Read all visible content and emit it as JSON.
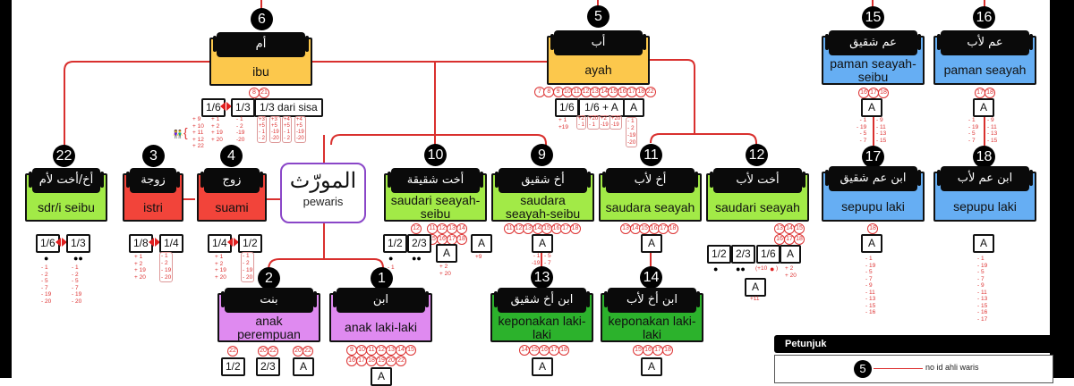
{
  "colors": {
    "connector": "#d9302e",
    "parents": "#fcc84c",
    "siblings": "#a2ea47",
    "nephews": "#2cb22c",
    "spouses": "#f2443a",
    "uncles_cousins": "#66aef3",
    "children": "#df8af0",
    "pewaris_border": "#8a46c8"
  },
  "pewaris": {
    "arabic": "المورّث",
    "label": "pewaris"
  },
  "nodes": {
    "ibu": {
      "id": "6",
      "arabic": "أم",
      "label": "ibu",
      "blockers": [
        "8",
        "21"
      ],
      "shares": [
        "1/6",
        "1/3",
        "1/3 dari sisa"
      ],
      "notes_plus_group": "+ 9\n+ 10\n+ 11\n+ 12\n+ 22",
      "notes_plus": "+ 1\n+ 2\n+ 19\n+ 20",
      "notes_minus": "- 1\n- 2\n-19\n-20",
      "sisa_brackets": [
        "+3\n+5\n- 1\n- 2",
        "+3\n+5\n-19\n-20",
        "+4\n+5\n- 1\n- 2",
        "+4\n+5\n-19\n-20"
      ]
    },
    "ayah": {
      "id": "5",
      "arabic": "أب",
      "label": "ayah",
      "blockers": [
        "7",
        "8",
        "9",
        "10",
        "11",
        "12",
        "13",
        "14",
        "15",
        "16",
        "17",
        "18",
        "22"
      ],
      "shares": [
        "1/6",
        "1/6 + A",
        "A"
      ],
      "notes_1": "+ 1\n+19",
      "notes_2": [
        "+2\n- 1",
        "+20\n- 1",
        "+2\n-19",
        "+20\n-19"
      ],
      "notes_3": "- 1\n- 2\n-19\n-20"
    },
    "paman_sk": {
      "id": "15",
      "arabic": "عم شقيق",
      "label": "paman seayah-seibu",
      "blockers": [
        "16",
        "17",
        "18"
      ],
      "shares": [
        "A"
      ],
      "notes_l": "- 1\n- 19\n- 5\n- 7",
      "notes_r": "- 9\n- 11\n- 13\n- 15"
    },
    "paman_s": {
      "id": "16",
      "arabic": "عم لأب",
      "label": "paman seayah",
      "blockers": [
        "17",
        "18"
      ],
      "shares": [
        "A"
      ],
      "notes_l": "- 1\n- 19\n- 5\n- 7",
      "notes_r": "- 9\n- 11\n- 13\n- 15"
    },
    "sdr_seibu": {
      "id": "22",
      "arabic": "أخ/أخت لأم",
      "label": "sdr/i seibu",
      "shares": [
        "1/6",
        "1/3"
      ],
      "notes_1": "- 1\n- 2\n- 5\n- 7\n- 19\n- 20",
      "notes_2": "- 1\n- 2\n- 5\n- 7\n- 19\n- 20"
    },
    "istri": {
      "id": "3",
      "arabic": "زوجة",
      "label": "istri",
      "shares": [
        "1/8",
        "1/4"
      ],
      "notes_1": "+ 1\n+ 2\n+ 19\n+ 20",
      "notes_2": "- 1\n- 2\n- 19\n- 20"
    },
    "suami": {
      "id": "4",
      "arabic": "زوج",
      "label": "suami",
      "shares": [
        "1/4",
        "1/2"
      ],
      "notes_1": "+ 1\n+ 2\n+ 19\n+ 20",
      "notes_2": "- 1\n- 2\n- 19\n- 20"
    },
    "saudari_sk": {
      "id": "10",
      "arabic": "أخت شقيقة",
      "label": "saudari seayah-seibu",
      "blockers_1": [
        "12"
      ],
      "blockers_2": [
        "11",
        "12",
        "13",
        "14",
        "15",
        "16",
        "17",
        "18"
      ],
      "shares": [
        "1/2",
        "2/3",
        "A",
        "A"
      ],
      "notes_a": "+ 2\n+ 20",
      "notes_b": "+9",
      "notes_c": "- 1"
    },
    "saudara_sk": {
      "id": "9",
      "arabic": "أخ شقيق",
      "label": "saudara seayah-seibu",
      "blockers": [
        "11",
        "12",
        "13",
        "14",
        "15",
        "16",
        "17",
        "18"
      ],
      "shares": [
        "A"
      ],
      "notes_l": "- 1\n-19",
      "notes_r": "- 5\n- 7"
    },
    "saudara_s": {
      "id": "11",
      "arabic": "أخ لأب",
      "label": "saudara seayah",
      "blockers": [
        "13",
        "14",
        "15",
        "16",
        "17",
        "18"
      ],
      "shares": [
        "A"
      ]
    },
    "saudari_s": {
      "id": "12",
      "arabic": "أخت لأب",
      "label": "saudari seayah",
      "blockers": [
        "13",
        "14",
        "15",
        "16",
        "17",
        "18"
      ],
      "shares": [
        "1/2",
        "2/3",
        "1/6",
        "A",
        "A"
      ],
      "notes_16": "(+10",
      "notes_16b": ")",
      "notes_a": "+ 2\n+ 20",
      "notes_b": "+11"
    },
    "sepupu_sk": {
      "id": "17",
      "arabic": "ابن عم شقيق",
      "label": "sepupu laki",
      "blockers": [
        "18"
      ],
      "shares": [
        "A"
      ],
      "notes": "- 1\n- 19\n- 5\n- 7\n- 9\n- 11\n- 13\n- 15\n- 16"
    },
    "sepupu_s": {
      "id": "18",
      "arabic": "ابن عم لأب",
      "label": "sepupu laki",
      "shares": [
        "A"
      ],
      "notes": "- 1\n- 19\n- 5\n- 7\n- 9\n- 11\n- 13\n- 15\n- 16\n- 17"
    },
    "bint": {
      "id": "2",
      "arabic": "بنت",
      "label": "anak perempuan",
      "blockers_1": [
        "22"
      ],
      "blockers_2": [
        "20",
        "22"
      ],
      "blockers_3": [
        "20",
        "22"
      ],
      "shares": [
        "1/2",
        "2/3",
        "A"
      ]
    },
    "ibn": {
      "id": "1",
      "arabic": "ابن",
      "label": "anak laki-laki",
      "blockers": [
        "9",
        "10",
        "11",
        "12",
        "13",
        "14",
        "15",
        "16",
        "17",
        "18",
        "19",
        "20",
        "22"
      ],
      "shares": [
        "A"
      ]
    },
    "keponakan_sk": {
      "id": "13",
      "arabic": "ابن أخ شقيق",
      "label": "keponakan laki-laki",
      "blockers": [
        "14",
        "15",
        "16",
        "17",
        "18"
      ],
      "shares": [
        "A"
      ]
    },
    "keponakan_s": {
      "id": "14",
      "arabic": "ابن أخ لأب",
      "label": "keponakan laki-laki",
      "blockers": [
        "15",
        "16",
        "17",
        "18"
      ],
      "shares": [
        "A"
      ]
    }
  },
  "legend": {
    "title": "Petunjuk",
    "sample_id": "5",
    "sample_text": "no id ahli waris"
  }
}
